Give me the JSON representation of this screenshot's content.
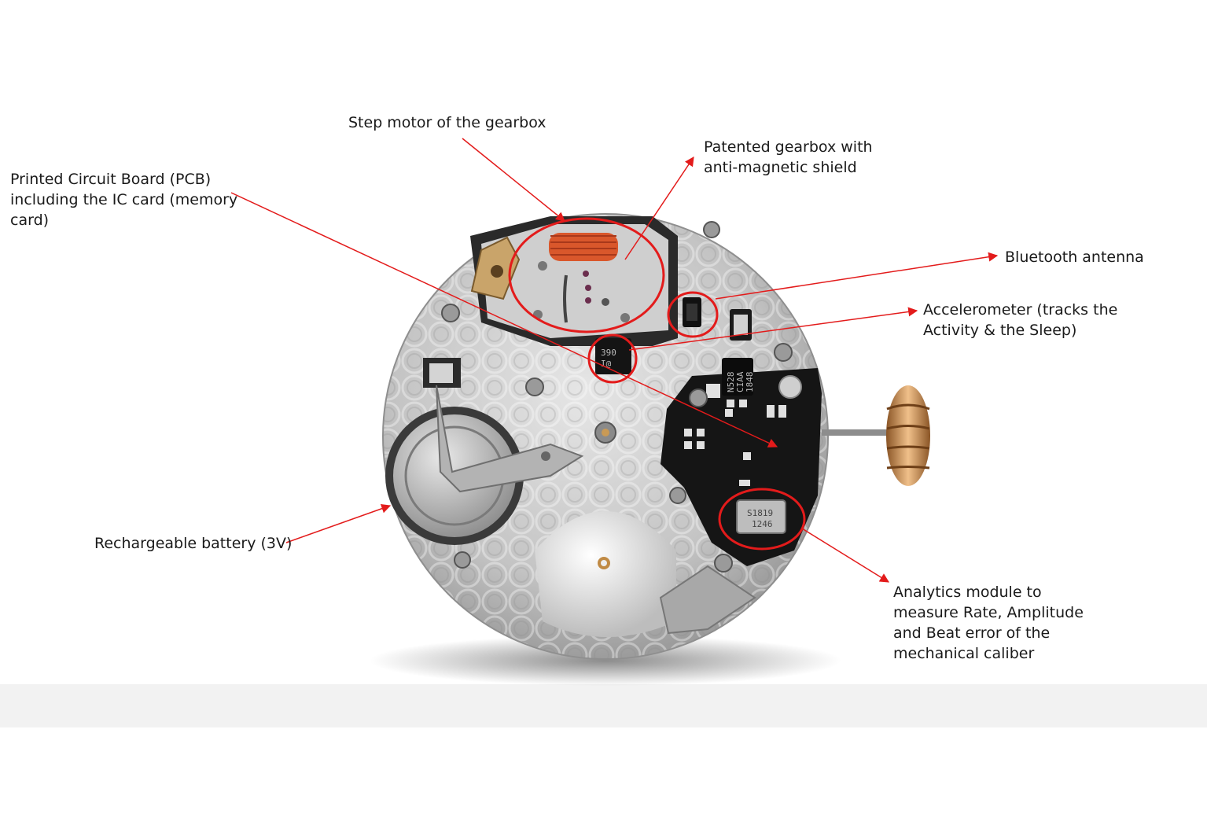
{
  "colors": {
    "annotation": "#e31b1b",
    "text": "#1a1a1a",
    "plate": "#c9c9c9",
    "pcb": "#151515",
    "crown": "#c88a4e",
    "motor_coil": "#d9572b"
  },
  "callouts": {
    "step_motor": {
      "lines": [
        "Step motor of the gearbox"
      ]
    },
    "gearbox": {
      "lines": [
        "Patented gearbox with",
        "anti-magnetic shield"
      ]
    },
    "pcb": {
      "lines": [
        "Printed Circuit Board (PCB)",
        "including the IC card (memory",
        "card)"
      ]
    },
    "bluetooth": {
      "lines": [
        "Bluetooth antenna"
      ]
    },
    "accelerometer": {
      "lines": [
        "Accelerometer (tracks the",
        "Activity & the Sleep)"
      ]
    },
    "battery": {
      "lines": [
        "Rechargeable battery (3V)"
      ]
    },
    "analytics": {
      "lines": [
        "Analytics module to",
        "measure Rate, Amplitude",
        "and Beat error of the",
        "mechanical caliber"
      ]
    }
  },
  "chip_markings": {
    "pcb_chip": [
      "N528",
      "CIAA",
      "1848"
    ],
    "accelerometer_chip": [
      "390",
      "I@"
    ],
    "analytics_chip": [
      "S1819",
      "1246"
    ]
  }
}
